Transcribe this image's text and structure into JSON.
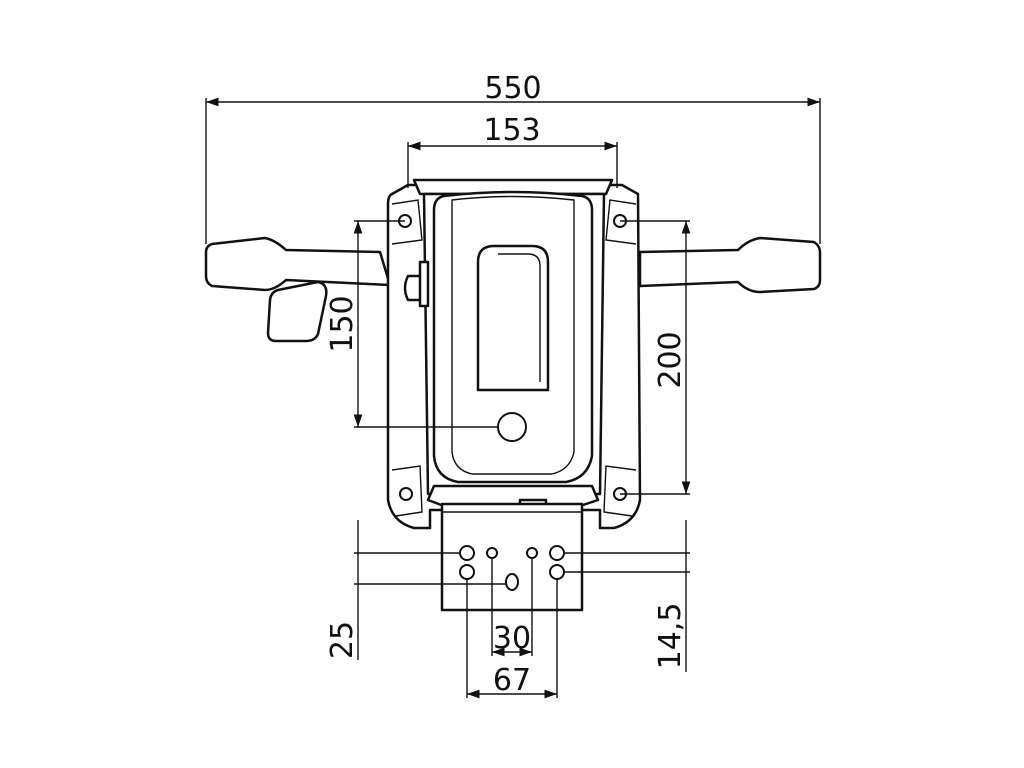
{
  "diagram": {
    "dimensions": {
      "overall_width": "550",
      "top_plate_width": "153",
      "left_hole_spacing": "150",
      "right_hole_spacing": "200",
      "left_bottom_offset": "25",
      "inner_hole_spacing": "30",
      "outer_hole_spacing": "67",
      "right_bottom_offset": "14,5"
    },
    "colors": {
      "line": "#111111",
      "background": "#ffffff"
    }
  }
}
